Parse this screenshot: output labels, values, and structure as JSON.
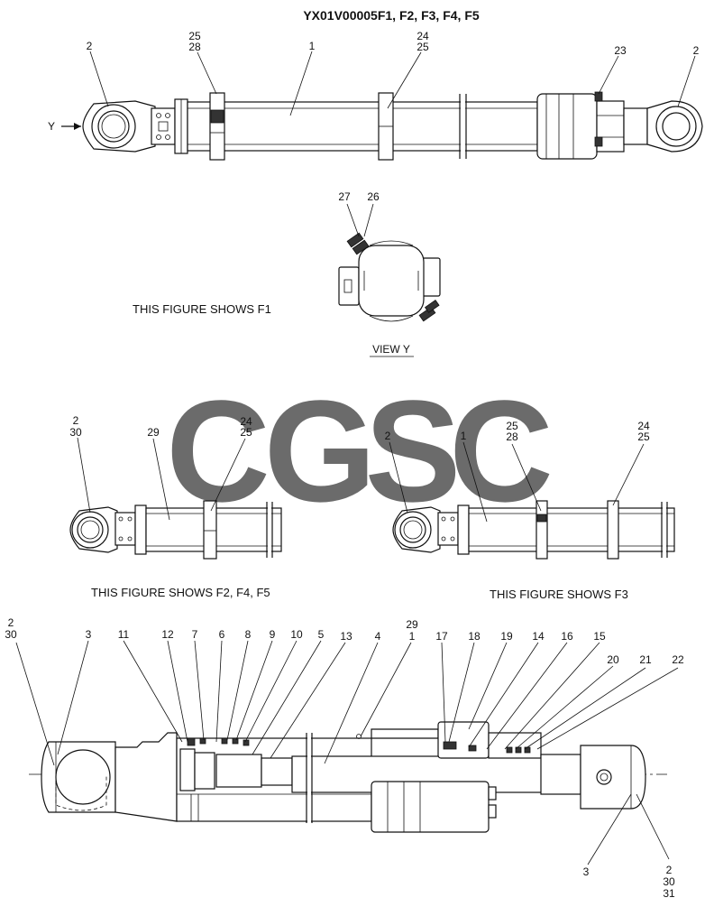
{
  "title": "YX01V00005F1, F2, F3, F4, F5",
  "view_arrow_label": "Y",
  "view_label": "VIEW  Y",
  "captions": {
    "f1": "THIS FIGURE SHOWS  F1",
    "f245": "THIS FIGURE SHOWS  F2, F4, F5",
    "f3": "THIS FIGURE SHOWS  F3"
  },
  "watermark": {
    "letters": [
      "C",
      "G",
      "S",
      "C"
    ],
    "colors": [
      "#5b97f2",
      "#f2766e",
      "#fbd35a",
      "#58b685"
    ]
  },
  "callouts": {
    "top": [
      {
        "text": "2"
      },
      {
        "text": "25"
      },
      {
        "text": "28"
      },
      {
        "text": "1"
      },
      {
        "text": "24"
      },
      {
        "text": "25"
      },
      {
        "text": "23"
      },
      {
        "text": "2"
      }
    ],
    "view_y": [
      {
        "text": "27"
      },
      {
        "text": "26"
      }
    ],
    "mid_left": [
      {
        "text": "2"
      },
      {
        "text": "30"
      },
      {
        "text": "29"
      },
      {
        "text": "24"
      },
      {
        "text": "25"
      }
    ],
    "mid_right": [
      {
        "text": "2"
      },
      {
        "text": "1"
      },
      {
        "text": "25"
      },
      {
        "text": "28"
      },
      {
        "text": "24"
      },
      {
        "text": "25"
      }
    ],
    "section": [
      {
        "text": "2"
      },
      {
        "text": "30"
      },
      {
        "text": "3"
      },
      {
        "text": "11"
      },
      {
        "text": "12"
      },
      {
        "text": "7"
      },
      {
        "text": "6"
      },
      {
        "text": "8"
      },
      {
        "text": "9"
      },
      {
        "text": "10"
      },
      {
        "text": "5"
      },
      {
        "text": "13"
      },
      {
        "text": "4"
      },
      {
        "text": "29"
      },
      {
        "text": "1"
      },
      {
        "text": "17"
      },
      {
        "text": "18"
      },
      {
        "text": "19"
      },
      {
        "text": "14"
      },
      {
        "text": "16"
      },
      {
        "text": "15"
      },
      {
        "text": "20"
      },
      {
        "text": "21"
      },
      {
        "text": "22"
      },
      {
        "text": "3"
      },
      {
        "text": "2"
      },
      {
        "text": "30"
      },
      {
        "text": "31"
      }
    ]
  }
}
